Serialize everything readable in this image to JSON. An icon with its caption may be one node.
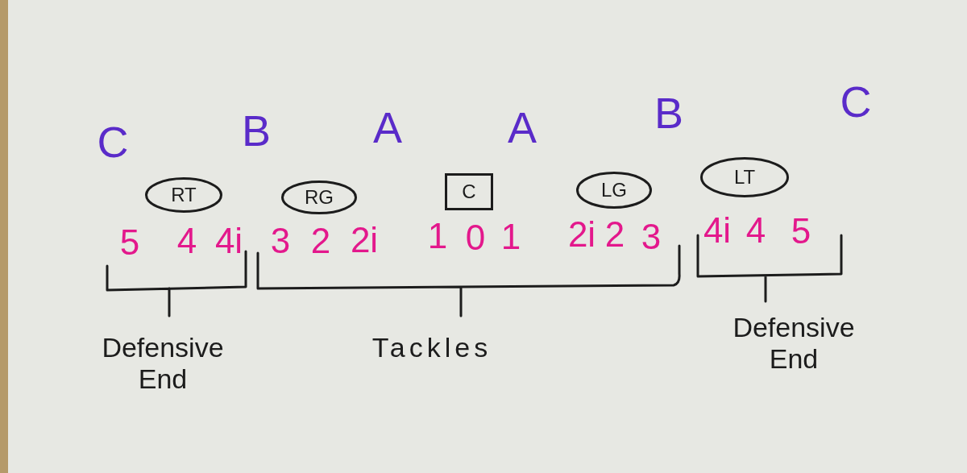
{
  "diagram": {
    "nodes": [
      {
        "text": [
          "RT"
        ]
      },
      {
        "text": [
          "RG"
        ]
      },
      {
        "text": [
          "C"
        ]
      },
      {
        "text": [
          "LG"
        ]
      },
      {
        "text": [
          "LT"
        ]
      }
    ],
    "labels": [
      "C",
      "B",
      "A",
      "A",
      "B",
      "C",
      "5",
      "4",
      "4i",
      "3",
      "2",
      "2i",
      "1",
      "0",
      "1",
      "2i",
      "2",
      "3",
      "4i",
      "4",
      "5",
      "Defensive End",
      "Tackles",
      "Defensive End"
    ]
  }
}
